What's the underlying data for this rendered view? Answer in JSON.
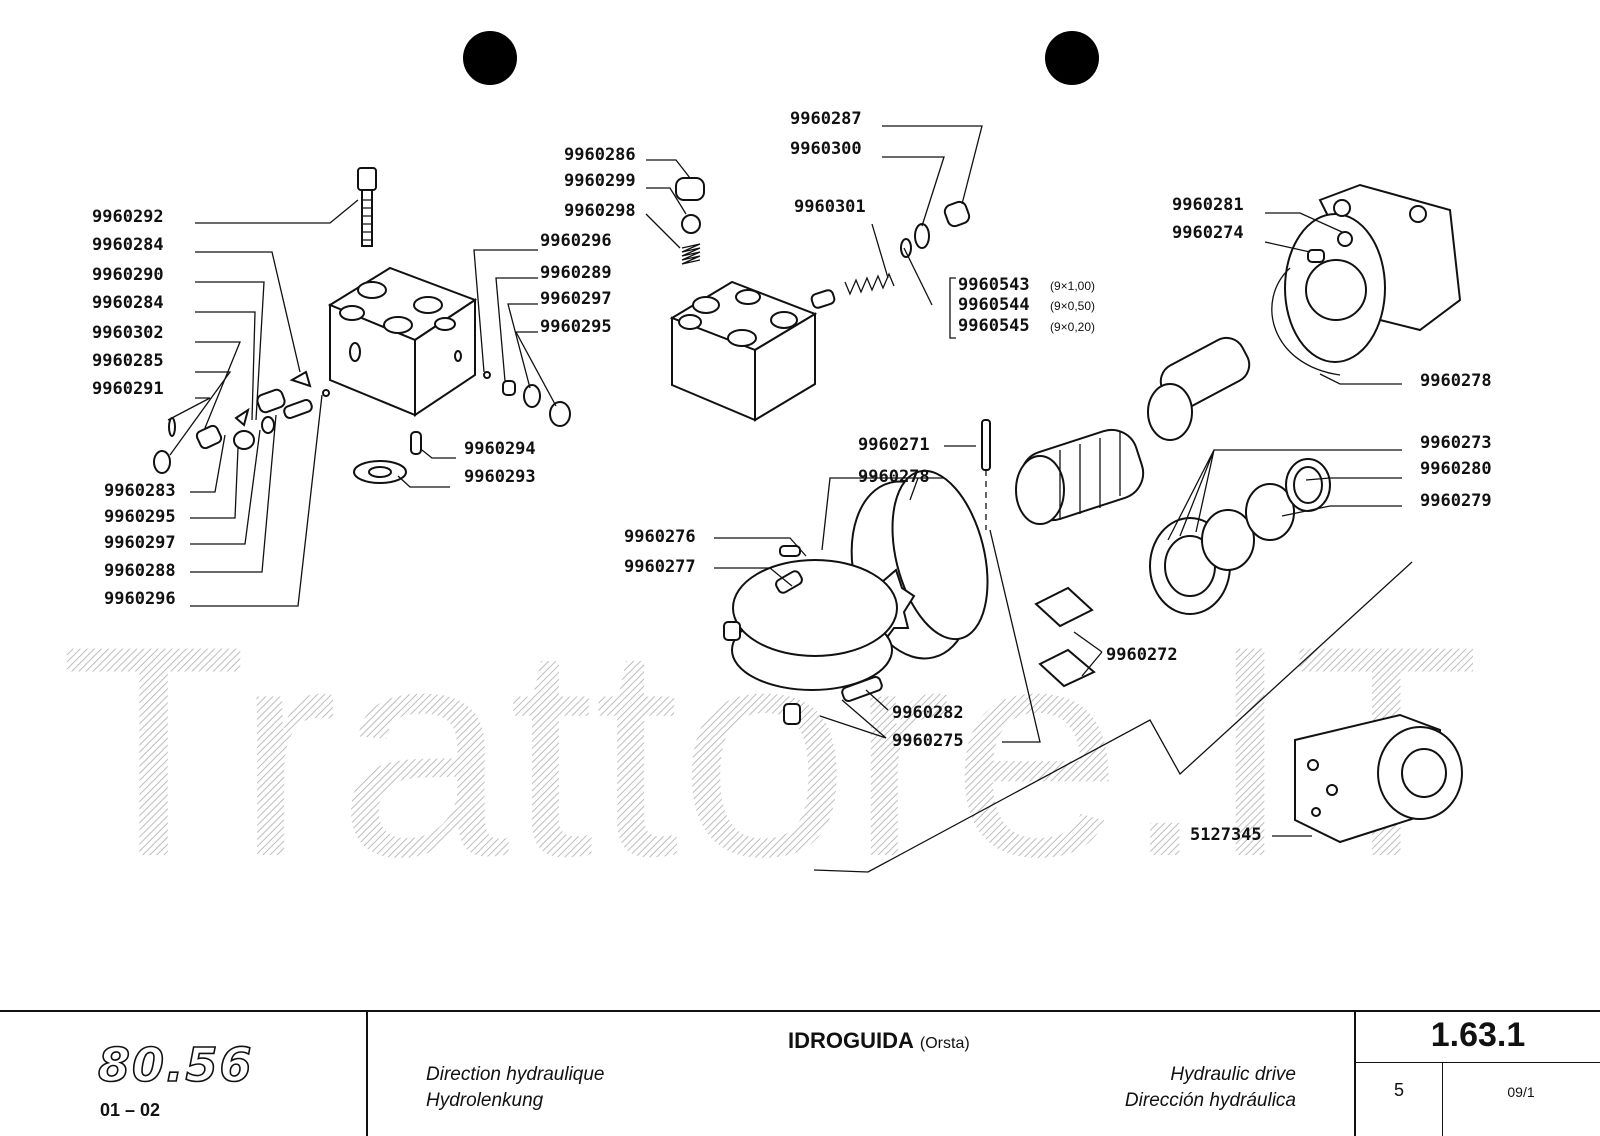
{
  "watermark": "Trattore.IT",
  "callouts": [
    {
      "id": "c-9960292",
      "text": "9960292"
    },
    {
      "id": "c-9960284a",
      "text": "9960284"
    },
    {
      "id": "c-9960290",
      "text": "9960290"
    },
    {
      "id": "c-9960284b",
      "text": "9960284"
    },
    {
      "id": "c-9960302",
      "text": "9960302"
    },
    {
      "id": "c-9960285",
      "text": "9960285"
    },
    {
      "id": "c-9960291",
      "text": "9960291"
    },
    {
      "id": "c-9960283",
      "text": "9960283"
    },
    {
      "id": "c-9960295a",
      "text": "9960295"
    },
    {
      "id": "c-9960297a",
      "text": "9960297"
    },
    {
      "id": "c-9960288",
      "text": "9960288"
    },
    {
      "id": "c-9960296a",
      "text": "9960296"
    },
    {
      "id": "c-9960286",
      "text": "9960286"
    },
    {
      "id": "c-9960299",
      "text": "9960299"
    },
    {
      "id": "c-9960298",
      "text": "9960298"
    },
    {
      "id": "c-9960296b",
      "text": "9960296"
    },
    {
      "id": "c-9960289",
      "text": "9960289"
    },
    {
      "id": "c-9960297b",
      "text": "9960297"
    },
    {
      "id": "c-9960295b",
      "text": "9960295"
    },
    {
      "id": "c-9960294",
      "text": "9960294"
    },
    {
      "id": "c-9960293",
      "text": "9960293"
    },
    {
      "id": "c-9960287",
      "text": "9960287"
    },
    {
      "id": "c-9960300",
      "text": "9960300"
    },
    {
      "id": "c-9960301",
      "text": "9960301"
    },
    {
      "id": "c-9960543",
      "text": "9960543"
    },
    {
      "id": "c-9960544",
      "text": "9960544"
    },
    {
      "id": "c-9960545",
      "text": "9960545"
    },
    {
      "id": "c-9960281",
      "text": "9960281"
    },
    {
      "id": "c-9960274",
      "text": "9960274"
    },
    {
      "id": "c-9960278a",
      "text": "9960278"
    },
    {
      "id": "c-9960271",
      "text": "9960271"
    },
    {
      "id": "c-9960278b",
      "text": "9960278"
    },
    {
      "id": "c-9960276",
      "text": "9960276"
    },
    {
      "id": "c-9960277",
      "text": "9960277"
    },
    {
      "id": "c-9960273",
      "text": "9960273"
    },
    {
      "id": "c-9960280",
      "text": "9960280"
    },
    {
      "id": "c-9960279",
      "text": "9960279"
    },
    {
      "id": "c-9960272",
      "text": "9960272"
    },
    {
      "id": "c-9960282",
      "text": "9960282"
    },
    {
      "id": "c-9960275",
      "text": "9960275"
    },
    {
      "id": "c-5127345",
      "text": "5127345"
    }
  ],
  "shim_sizes": [
    "(9×1,00)",
    "(9×0,50)",
    "(9×0,20)"
  ],
  "footer": {
    "model": "80.56",
    "model_range": "01 – 02",
    "title": "IDROGUIDA",
    "title_sub": "(Orsta)",
    "fr": "Direction hydraulique",
    "de": "Hydrolenkung",
    "en": "Hydraulic drive",
    "es": "Dirección hydráulica",
    "ref": "1.63.1",
    "page": "5",
    "date": "09/1"
  }
}
